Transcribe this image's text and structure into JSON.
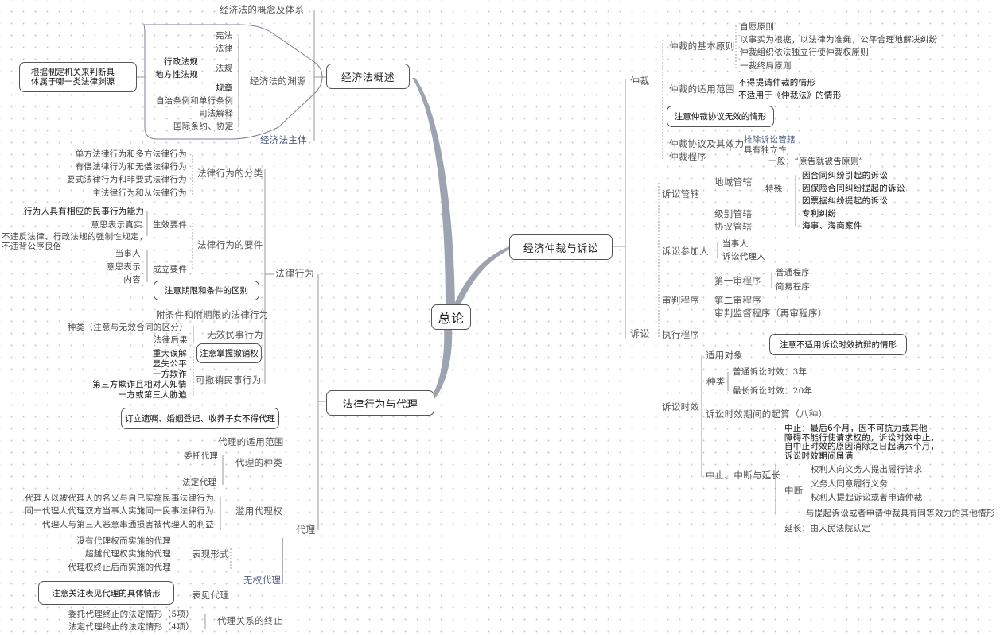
{
  "center": {
    "label": "总论"
  },
  "branches": {
    "overview": {
      "label": "经济法概述",
      "concept": "经济法的概念及体系",
      "sources": {
        "label": "经济法的渊源",
        "items": [
          "宪法",
          "法律",
          "法规",
          "规章",
          "自治条例和单行条例",
          "司法解释",
          "国际条约、协定"
        ],
        "regulations": [
          "行政法规",
          "地方性法规"
        ],
        "callout": "根据制定机关来判断具\n体属于哪一类法律渊源"
      },
      "subject": "经济法主体"
    },
    "legal_act_agency": {
      "label": "法律行为与代理",
      "legal_act": {
        "label": "法律行为",
        "classification": {
          "label": "法律行为的分类",
          "items": [
            "单方法律行为和多方法律行为",
            "有偿法律行为和无偿法律行为",
            "要式法律行为和非要式法律行为",
            "主法律行为和从法律行为"
          ]
        },
        "elements": {
          "label": "法律行为的要件",
          "effective": {
            "label": "生效要件",
            "items": [
              "行为人具有相应的民事行为能力",
              "意思表示真实",
              "不违反法律、行政法规的强制性规定，\n不违背公序良俗"
            ]
          },
          "formation": {
            "label": "成立要件",
            "items": [
              "当事人",
              "意思表示",
              "内容"
            ]
          }
        },
        "conditional": {
          "label": "附条件和附期限的法律行为",
          "callout": "注意期限和条件的区别"
        },
        "void": {
          "label": "无效民事行为",
          "items": [
            "种类（注意与无效合同的区分）",
            "法律后果"
          ]
        },
        "voidable": {
          "label": "可撤销民事行为",
          "callout": "注意掌握撤销权",
          "items": [
            "重大误解",
            "显失公平",
            "一方欺诈",
            "第三方欺诈且相对人知情",
            "一方或第三人胁迫"
          ]
        }
      },
      "agency": {
        "label": "代理",
        "scope": {
          "label": "代理的适用范围",
          "callout": "订立遗嘱、婚姻登记、收养子女不得代理"
        },
        "types": {
          "label": "代理的种类",
          "items": [
            "委托代理",
            "法定代理"
          ]
        },
        "abuse": {
          "label": "滥用代理权",
          "items": [
            "代理人以被代理人的名义与自己实施民事法律行为",
            "同一代理人代理双方当事人实施同一民事法律行为",
            "代理人与第三人恶意串通损害被代理人的利益"
          ]
        },
        "unauthorized": {
          "label": "无权代理",
          "forms": {
            "label": "表现形式",
            "items": [
              "没有代理权而实施的代理",
              "超越代理权实施的代理",
              "代理权终止后而实施的代理"
            ]
          },
          "apparent": {
            "label": "表见代理",
            "callout": "注意关注表见代理的具体情形"
          }
        },
        "termination": {
          "label": "代理关系的终止",
          "items": [
            "委托代理终止的法定情形（5项）",
            "法定代理终止的法定情形（4项）"
          ]
        }
      }
    },
    "arbitration_litigation": {
      "label": "经济仲裁与诉讼",
      "arbitration": {
        "label": "仲裁",
        "principles": {
          "label": "仲裁的基本原则",
          "items": [
            "自愿原则",
            "以事实为根据，以法律为准绳，公平合理地解决纠纷",
            "仲裁组织依法独立行使仲裁权原则",
            "一裁终局原则"
          ]
        },
        "scope": {
          "label": "仲裁的适用范围",
          "items": [
            "不得提请仲裁的情形",
            "不适用于《仲裁法》的情形"
          ]
        },
        "agreement": {
          "label": "仲裁协议及其效力",
          "callout": "注意仲裁协议无效的情形",
          "items": [
            "排除诉讼管辖",
            "具有独立性"
          ]
        },
        "procedure": "仲裁程序"
      },
      "litigation": {
        "label": "诉讼",
        "jurisdiction": {
          "label": "诉讼管辖",
          "territorial": {
            "label": "地域管辖",
            "general": "一般：“原告就被告原则”",
            "special": {
              "label": "特殊",
              "items": [
                "因合同纠纷引起的诉讼",
                "因保险合同纠纷提起的诉讼",
                "因票据纠纷提起的诉讼",
                "专利纠纷",
                "海事、海商案件"
              ]
            }
          },
          "level": "级别管辖",
          "agreement": "协议管辖"
        },
        "participants": {
          "label": "诉讼参加人",
          "items": [
            "当事人",
            "诉讼代理人"
          ]
        },
        "trial": {
          "label": "审判程序",
          "first": {
            "label": "第一审程序",
            "items": [
              "普通程序",
              "简易程序"
            ]
          },
          "second": "第二审程序",
          "supervision": "审判监督程序（再审程序）"
        },
        "execution": "执行程序",
        "limitation": {
          "label": "诉讼时效",
          "object": {
            "label": "适用对象",
            "callout": "注意不适用诉讼时效抗辩的情形"
          },
          "kinds": {
            "label": "种类",
            "items": [
              "普通诉讼时效：3年",
              "最长诉讼时效：20年"
            ]
          },
          "start": "诉讼时效期间的起算（八种）",
          "suspension": {
            "label": "中止、中断与延长",
            "suspend": "中止：最后6个月，因不可抗力或其他\n障碍不能行使请求权的，诉讼时效中止，\n自中止时效的原因消除之日起满六个月，\n诉讼时效期间届满",
            "interrupt": {
              "label": "中断",
              "items": [
                "权利人向义务人提出履行请求",
                "义务人同意履行义务",
                "权利人提起诉讼或者申请仲裁",
                "与提起诉讼或者申请仲裁具有同等效力的其他情形"
              ]
            },
            "extend": "延长：由人民法院认定"
          }
        }
      }
    }
  },
  "colors": {
    "trunk": "#8a8fa0",
    "line": "#9a9a9a",
    "border": "#555555",
    "grid_dot": "#c9c9c9"
  }
}
